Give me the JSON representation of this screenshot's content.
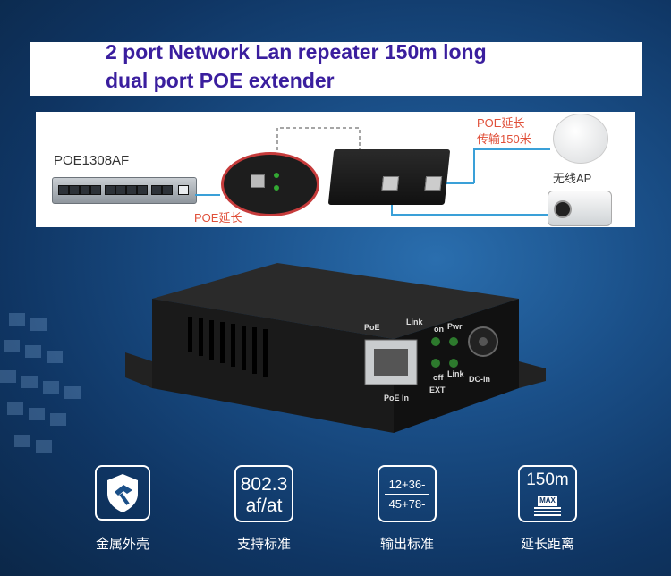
{
  "title": {
    "line1": "2 port Network Lan repeater 150m long",
    "line2": "dual port POE extender"
  },
  "diagram": {
    "switch_label": "POE1308AF",
    "poe_extend_left": "POE延长",
    "poe_extend_right_line1": "POE延长",
    "poe_extend_right_line2": "传输150米",
    "wireless_ap": "无线AP"
  },
  "device_panel": {
    "poe_port": "PoE",
    "link": "Link",
    "on": "on",
    "pwr": "Pwr",
    "off": "off",
    "link2": "Link",
    "poe_in": "PoE In",
    "ext": "EXT",
    "dc_in": "DC-in"
  },
  "features": [
    {
      "icon": "shield-icon",
      "label": "金属外壳"
    },
    {
      "icon": "standard-icon",
      "label": "支持标准",
      "icon_line1": "802.3",
      "icon_line2": "af/at"
    },
    {
      "icon": "voltage-icon",
      "label": "输出标准",
      "icon_line1": "12+36-",
      "icon_line2": "45+78-"
    },
    {
      "icon": "distance-icon",
      "label": "延长距离",
      "icon_line1": "150m",
      "icon_badge": "MAX"
    }
  ]
}
